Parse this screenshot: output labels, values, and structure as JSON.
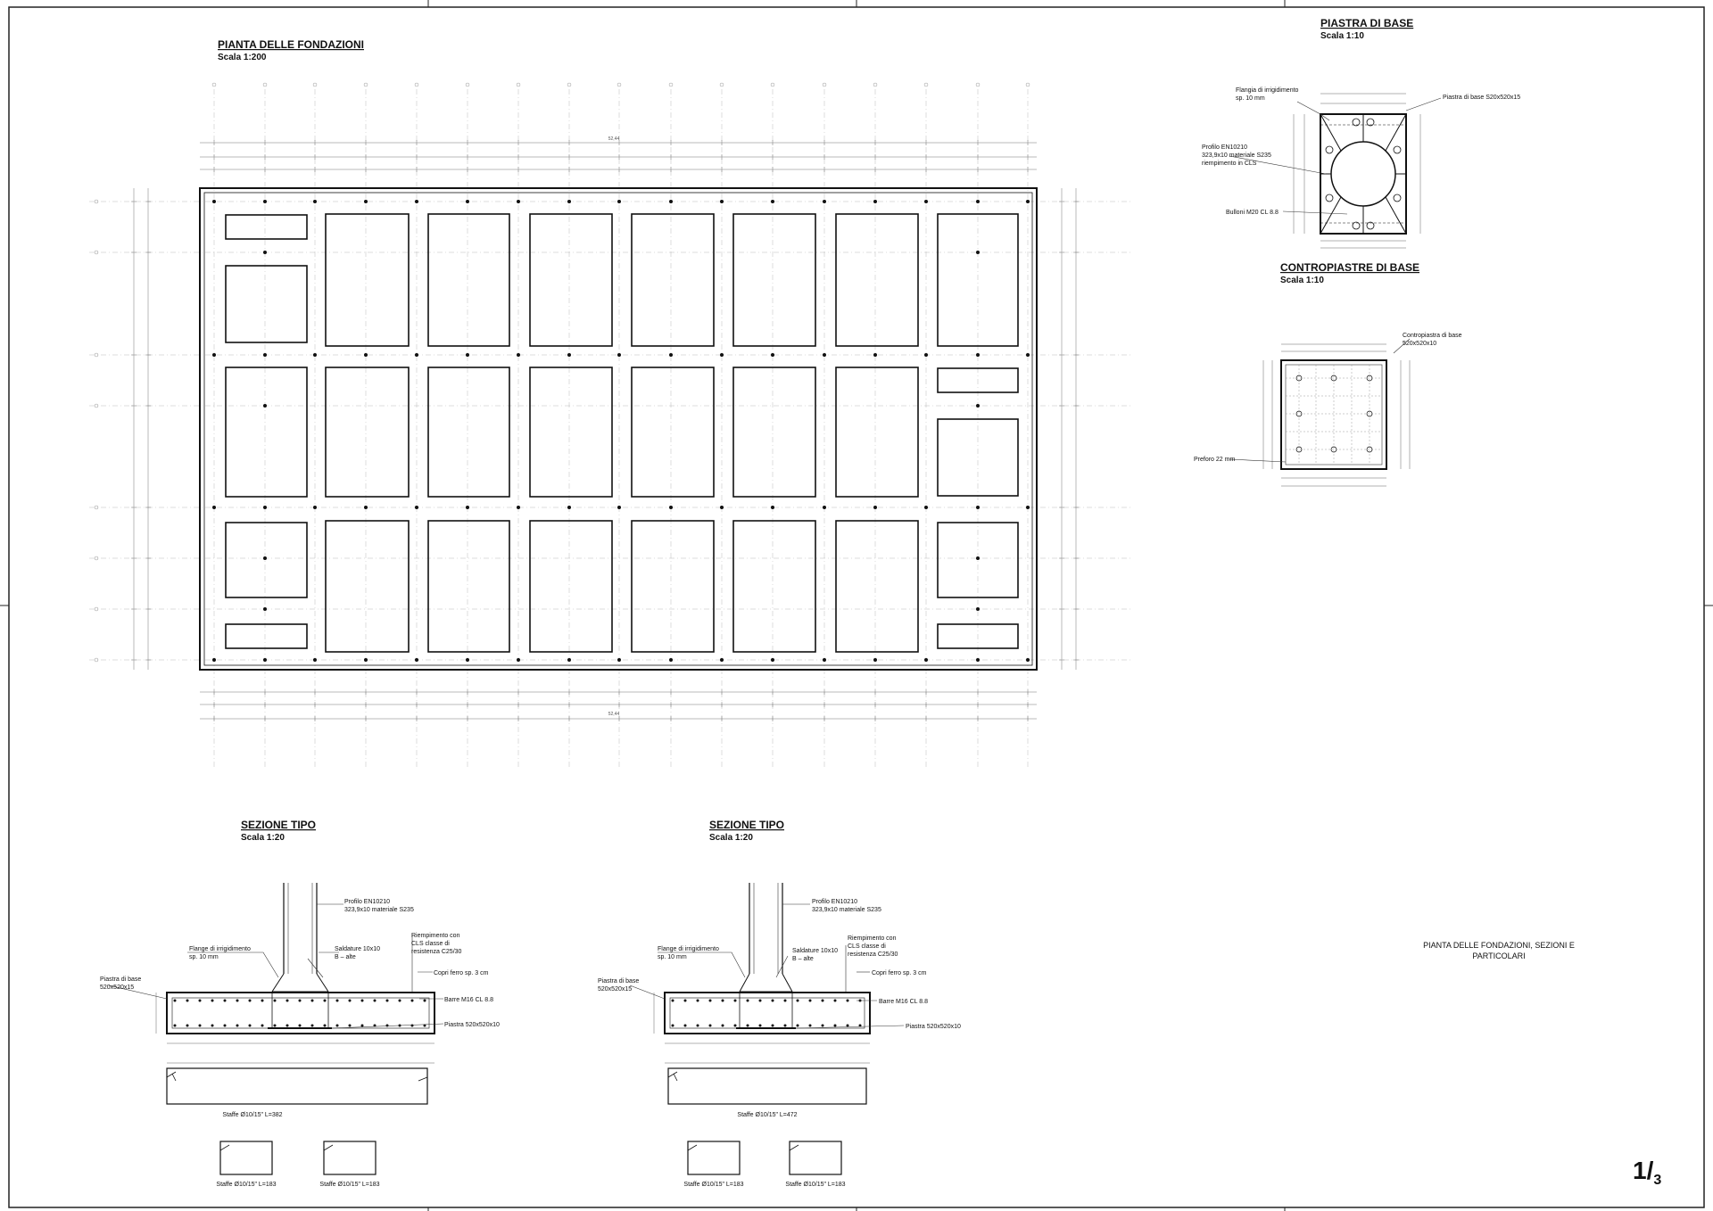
{
  "plan": {
    "title": "PIANTA DELLE FONDAZIONI",
    "scale": "Scala 1:200",
    "total_dim": "52,44"
  },
  "base_plate": {
    "title": "PIASTRA DI BASE",
    "scale": "Scala 1:10",
    "callouts": [
      "Flangia di irrigidimento",
      "sp. 10 mm",
      "Piastra di base S20x520x15",
      "Profilo EN10210",
      "323,9x10 materiale S235",
      "riempimento in CLS",
      "Bulloni M20 CL 8.8"
    ]
  },
  "counter_plate": {
    "title": "CONTROPIASTRE DI BASE",
    "scale": "Scala 1:10",
    "callouts": [
      "Contropiastra di base",
      "520x520x10",
      "Preforo 22 mm"
    ]
  },
  "section_a": {
    "title": "SEZIONE TIPO",
    "scale": "Scala 1:20",
    "callouts": [
      "Profilo EN10210",
      "323,9x10 materiale S235",
      "Flange di irrigidimento",
      "sp. 10 mm",
      "Saldature 10x10",
      "B – alte",
      "Riempimento con",
      "CLS classe di",
      "resistenza C25/30",
      "Copri ferro sp. 3 cm",
      "Piastra di base",
      "520x520x15",
      "Barre M16 CL 8.8",
      "Piastra 520x520x10"
    ],
    "stirrup_main": "Staffe Ø10/15\"   L=382",
    "stirrups": [
      "Staffe Ø10/15\"   L=183",
      "Staffe Ø10/15\"   L=183"
    ]
  },
  "section_b": {
    "title": "SEZIONE TIPO",
    "scale": "Scala 1:20",
    "callouts": [
      "Profilo EN10210",
      "323,9x10 materiale S235",
      "Flange di irrigidimento",
      "sp. 10 mm",
      "Saldature 10x10",
      "B – alte",
      "Riempimento con",
      "CLS classe di",
      "resistenza C25/30",
      "Copri ferro sp. 3 cm",
      "Piastra di base",
      "520x520x15",
      "Barre M16 CL 8.8",
      "Piastra 520x520x10"
    ],
    "stirrup_main": "Staffe Ø10/15\"   L=472",
    "stirrups": [
      "Staffe Ø10/15\"   L=183",
      "Staffe Ø10/15\"   L=183"
    ]
  },
  "sheet": {
    "label_line1": "PIANTA DELLE FONDAZIONI, SEZIONI E",
    "label_line2": "PARTICOLARI",
    "number": "1/",
    "total": "3"
  }
}
